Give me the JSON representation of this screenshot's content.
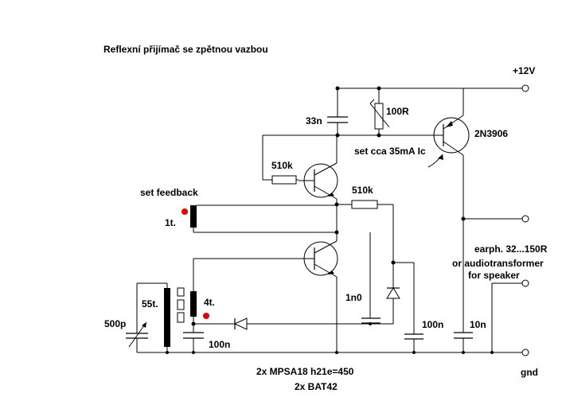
{
  "title": "Reflexní přijímač se zpětnou vazbou",
  "labels": {
    "supply": "+12V",
    "ground": "gnd",
    "cap_33n": "33n",
    "pot_100r": "100R",
    "pnp_type": "2N3906",
    "bias_note": "set cca 35mA Ic",
    "res_510k_top": "510k",
    "res_510k_mid": "510k",
    "feedback_note": "set feedback",
    "coil_1t": "1t.",
    "coil_55t": "55t.",
    "coil_4t": "4t.",
    "cap_500p": "500p",
    "cap_100n_left": "100n",
    "cap_1n0": "1n0",
    "cap_100n_right": "100n",
    "cap_10n": "10n",
    "out_line1": "earph. 32...150R",
    "out_line2": "or audiotransformer",
    "out_line3": "for speaker",
    "parts_line1": "2x MPSA18 h21e=450",
    "parts_line2": "2x BAT42"
  },
  "colors": {
    "wire": "#000000",
    "marker": "#e00000",
    "background": "#ffffff"
  }
}
